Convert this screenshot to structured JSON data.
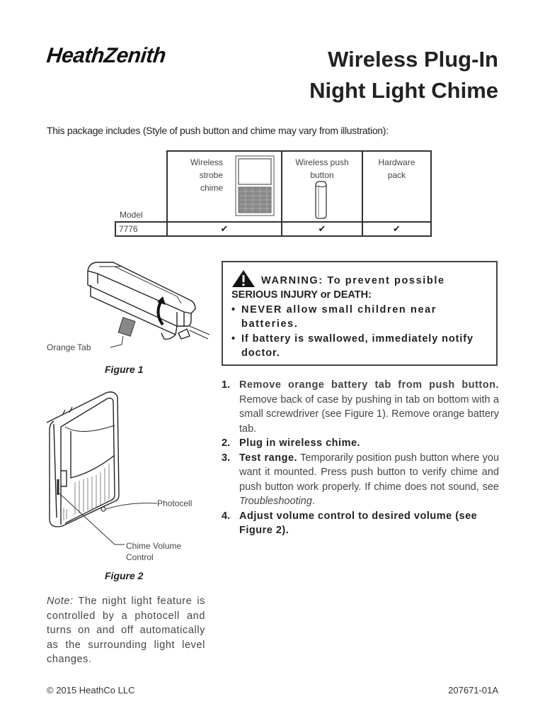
{
  "brand": {
    "logo_text": "HeathZenith"
  },
  "header": {
    "title_line1": "Wireless Plug-In",
    "title_line2": "Night Light Chime"
  },
  "package": {
    "intro": "This package includes (Style of push button and chime may vary from illustration):",
    "model_label": "Model",
    "columns": [
      {
        "label": "Wireless strobe chime",
        "lines": [
          "Wireless",
          "strobe",
          "chime"
        ],
        "illustration": "chime-illustration"
      },
      {
        "label": "Wireless push button",
        "lines": [
          "Wireless push",
          "button"
        ],
        "illustration": "push-button-illustration"
      },
      {
        "label": "Hardware pack",
        "lines": [
          "Hardware",
          "pack"
        ]
      }
    ],
    "rows": [
      {
        "model": "7776",
        "checks": [
          "✔",
          "✔",
          "✔"
        ]
      }
    ]
  },
  "figure1": {
    "caption": "Figure 1",
    "callout": "Orange Tab"
  },
  "figure2": {
    "caption": "Figure 2",
    "callout_photocell": "Photocell",
    "callout_volume_line1": "Chime Volume",
    "callout_volume_line2": "Control"
  },
  "warning": {
    "icon": "warning-triangle-icon",
    "heading_bold": "WARNING: To prevent possible",
    "heading_line2": "SERIOUS INJURY or DEATH:",
    "bullets": [
      "NEVER allow small children near batteries.",
      "If battery is swallowed, immediately notify doctor."
    ]
  },
  "steps": [
    {
      "num": "1.",
      "title": "Remove orange battery tab from push button.",
      "body": " Remove back of case by pushing in tab on bottom with a small screwdriver (see Figure 1). Remove orange battery tab."
    },
    {
      "num": "2.",
      "title": "Plug in wireless chime.",
      "body": ""
    },
    {
      "num": "3.",
      "title": "Test range.",
      "body": " Temporarily position push button where you want it mounted. Press push button to verify chime and push button work properly. If chime does not sound, see ",
      "body_italic": "Troubleshooting",
      "body_end": "."
    },
    {
      "num": "4.",
      "title": "Adjust volume control to desired volume (see Figure 2).",
      "body": ""
    }
  ],
  "note": {
    "label": "Note:",
    "text": " The night light feature is controlled by a photocell and turns on and off automatically as the surrounding light level changes."
  },
  "footer": {
    "copyright": "© 2015 HeathCo LLC",
    "doc_number": "207671-01A"
  }
}
